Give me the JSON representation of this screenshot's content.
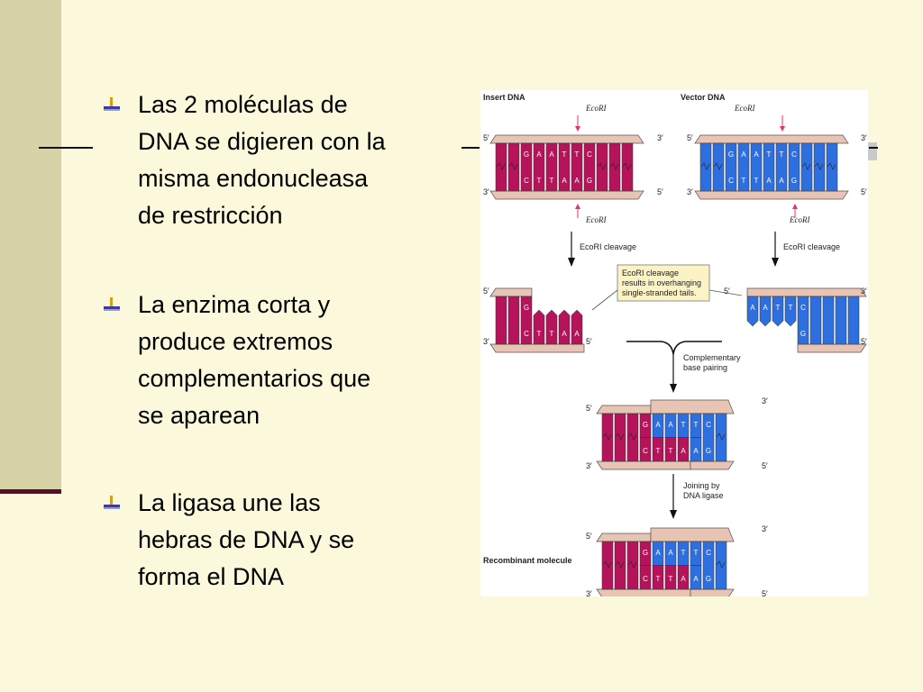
{
  "bullets": [
    {
      "text": "Las 2 moléculas de\nDNA se digieren con la\nmisma endonucleasa\nde restricción"
    },
    {
      "text": "La enzima corta y\nproduce extremos\ncomplementarios  que\nse aparean"
    },
    {
      "text": "La ligasa une las\nhebras de DNA y se\nforma el DNA"
    }
  ],
  "figure": {
    "insert_label": "Insert DNA",
    "vector_label": "Vector DNA",
    "ecori": "EcoRI",
    "cleavage": "EcoRI cleavage",
    "callout_line1": "EcoRI cleavage",
    "callout_line2": "results in overhanging",
    "callout_line3": "single-stranded tails.",
    "complementary_line1": "Complementary",
    "complementary_line2": "base pairing",
    "joining_line1": "Joining by",
    "joining_line2": "DNA ligase",
    "recombinant_label": "Recombinant molecule",
    "five_prime": "5′",
    "three_prime": "3′",
    "top_bases": [
      "G",
      "A",
      "A",
      "T",
      "T",
      "C"
    ],
    "bottom_bases": [
      "C",
      "T",
      "T",
      "A",
      "A",
      "G"
    ]
  },
  "colors": {
    "background": "#fbf8dc",
    "insert": "#b5135a",
    "vector": "#2e6fe0",
    "backbone": "#e8c4b4",
    "arrow_red": "#e8326b"
  }
}
